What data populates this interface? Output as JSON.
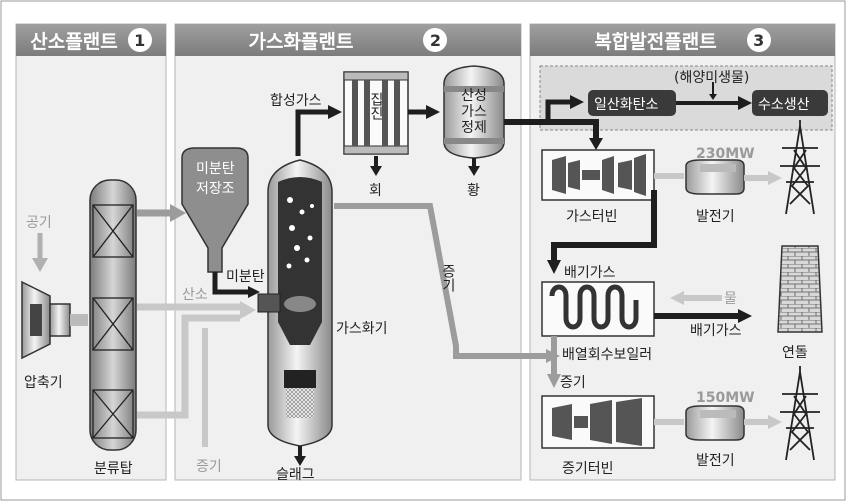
{
  "sections": [
    {
      "title": "산소플랜트",
      "number": "1"
    },
    {
      "title": "가스화플랜트",
      "number": "2"
    },
    {
      "title": "복합발전플랜트",
      "number": "3"
    }
  ],
  "labels": {
    "air": "공기",
    "compressor": "압축기",
    "fractionation_tower": "분류탑",
    "oxygen": "산소",
    "steam_left": "증기",
    "pulverized_coal_storage_1": "미분탄",
    "pulverized_coal_storage_2": "저장조",
    "pulverized_coal": "미분탄",
    "syngas": "합성가스",
    "gasifier": "가스화기",
    "slag": "슬래그",
    "dust_collection": "집진",
    "ash": "회",
    "acid_gas_refining_1": "산성",
    "acid_gas_refining_2": "가스",
    "acid_gas_refining_3": "정제",
    "sulfur": "황",
    "steam_mid": "증기",
    "marine_microbes": "(해양미생물)",
    "carbon_monoxide": "일산화탄소",
    "hydrogen_production": "수소생산",
    "gas_turbine": "가스터빈",
    "output_gas": "230MW",
    "generator_top": "발전기",
    "exhaust_gas_in": "배기가스",
    "water": "물",
    "exhaust_gas_out": "배기가스",
    "hrsg": "배열회수보일러",
    "chimney": "연돌",
    "steam_right": "증기",
    "steam_turbine": "증기터빈",
    "output_steam": "150MW",
    "generator_bottom": "발전기"
  },
  "colors": {
    "header": "#8a8a8a",
    "panel": "#f0f0f0",
    "dark_arrow": "#1e1e1e",
    "gray_arrow": "#9c9c9c",
    "light_arrow": "#c8c8c8"
  }
}
